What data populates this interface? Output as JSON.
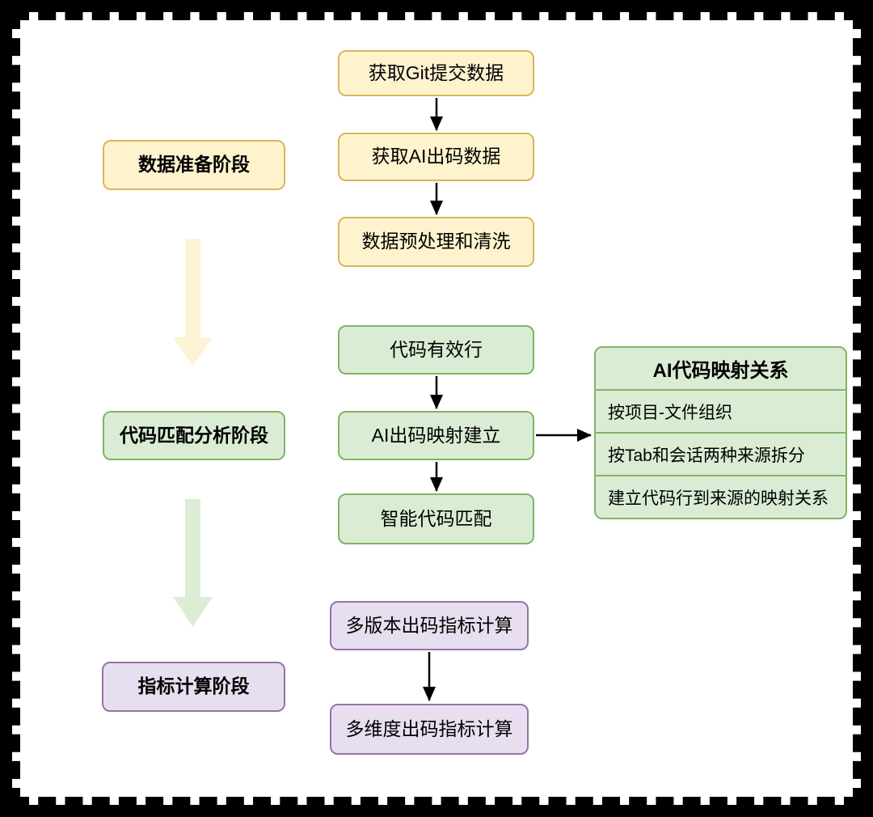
{
  "frame": {
    "color": "#000000",
    "style": "solid-band-with-inner-dashes"
  },
  "colors": {
    "yellow_fill": "#FFF3CE",
    "yellow_border": "#D9B65A",
    "green_fill": "#DAEDD4",
    "green_border": "#82B366",
    "purple_fill": "#E7DFF0",
    "purple_border": "#9673A6",
    "big_arrow_yellow": "#FCF3D4",
    "big_arrow_green": "#DCEDD6",
    "connector": "#000000",
    "text": "#000000"
  },
  "stages": {
    "data_prep": {
      "label": "数据准备阶段"
    },
    "code_match": {
      "label": "代码匹配分析阶段"
    },
    "metrics": {
      "label": "指标计算阶段"
    }
  },
  "steps": {
    "data_prep": [
      "获取Git提交数据",
      "获取AI出码数据",
      "数据预处理和清洗"
    ],
    "code_match": [
      "代码有效行",
      "AI出码映射建立",
      "智能代码匹配"
    ],
    "metrics": [
      "多版本出码指标计算",
      "多维度出码指标计算"
    ]
  },
  "mapping_table": {
    "title": "AI代码映射关系",
    "rows": [
      "按项目-文件组织",
      "按Tab和会话两种来源拆分",
      "建立代码行到来源的映射关系"
    ]
  }
}
